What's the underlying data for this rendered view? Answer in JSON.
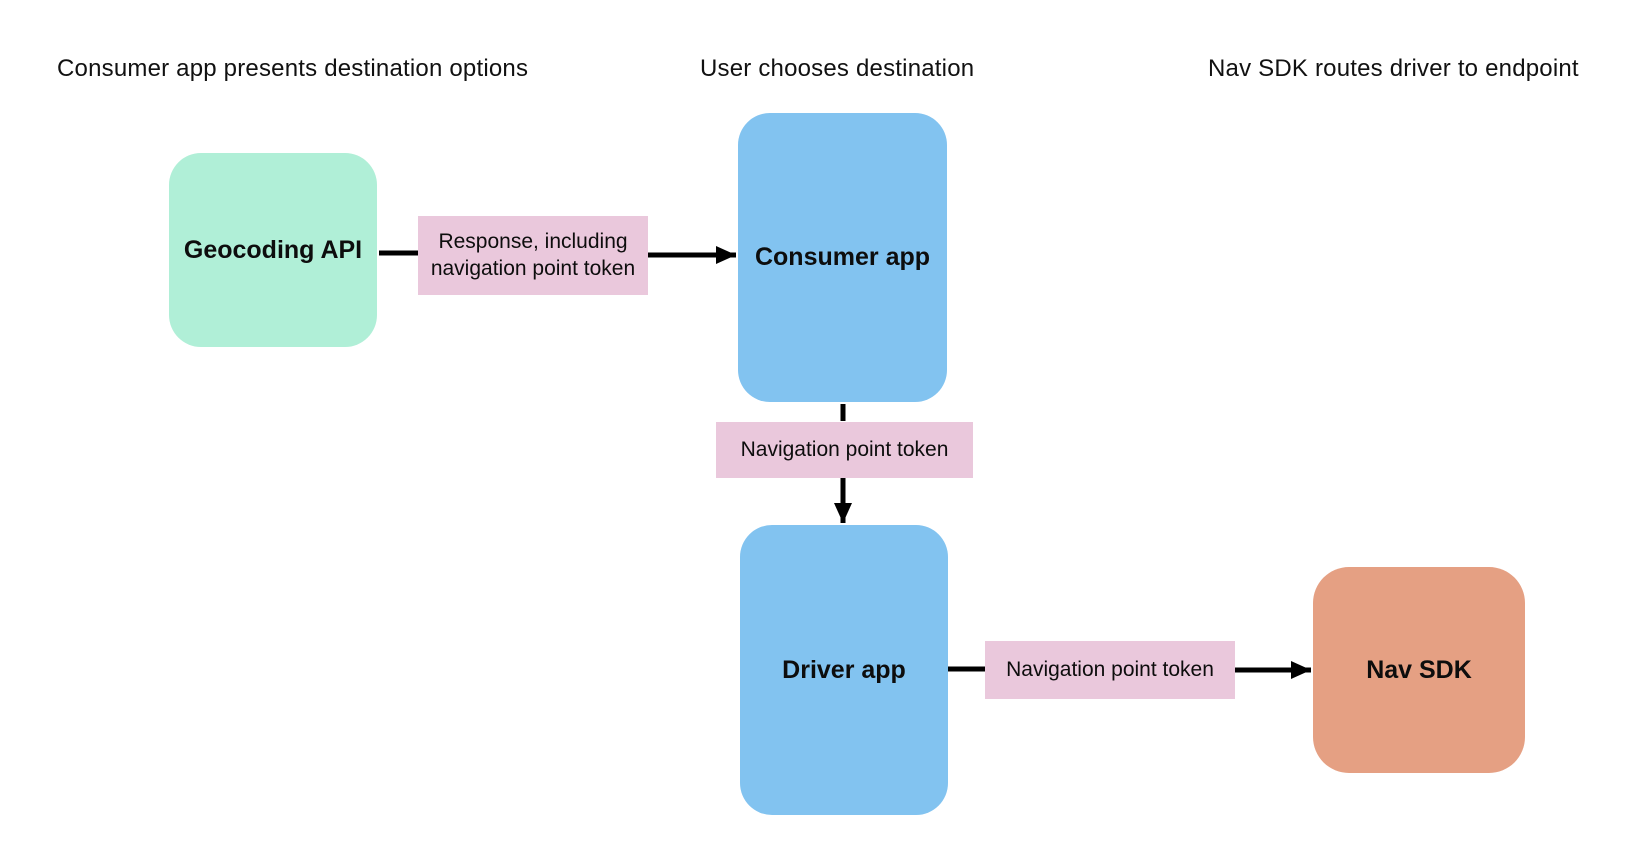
{
  "diagram": {
    "columns": [
      {
        "title": "Consumer app presents destination options"
      },
      {
        "title": "User chooses destination"
      },
      {
        "title": "Nav SDK routes driver to endpoint"
      }
    ],
    "nodes": [
      {
        "id": "geocoding-api",
        "label": "Geocoding API",
        "color": "#b0efd7"
      },
      {
        "id": "consumer-app",
        "label": "Consumer app",
        "color": "#82c3f0"
      },
      {
        "id": "driver-app",
        "label": "Driver app",
        "color": "#82c3f0"
      },
      {
        "id": "nav-sdk",
        "label": "Nav SDK",
        "color": "#e5a083"
      }
    ],
    "edges": [
      {
        "from": "geocoding-api",
        "to": "consumer-app",
        "label": "Response, including navigation point token"
      },
      {
        "from": "consumer-app",
        "to": "driver-app",
        "label": "Navigation point token"
      },
      {
        "from": "driver-app",
        "to": "nav-sdk",
        "label": "Navigation point token"
      }
    ],
    "colors": {
      "node_green": "#b0efd7",
      "node_blue": "#82c3f0",
      "node_orange": "#e5a083",
      "edge_label_bg": "#eac8dc",
      "arrow": "#000000",
      "text": "#0d0d0d",
      "background": "#ffffff"
    }
  }
}
